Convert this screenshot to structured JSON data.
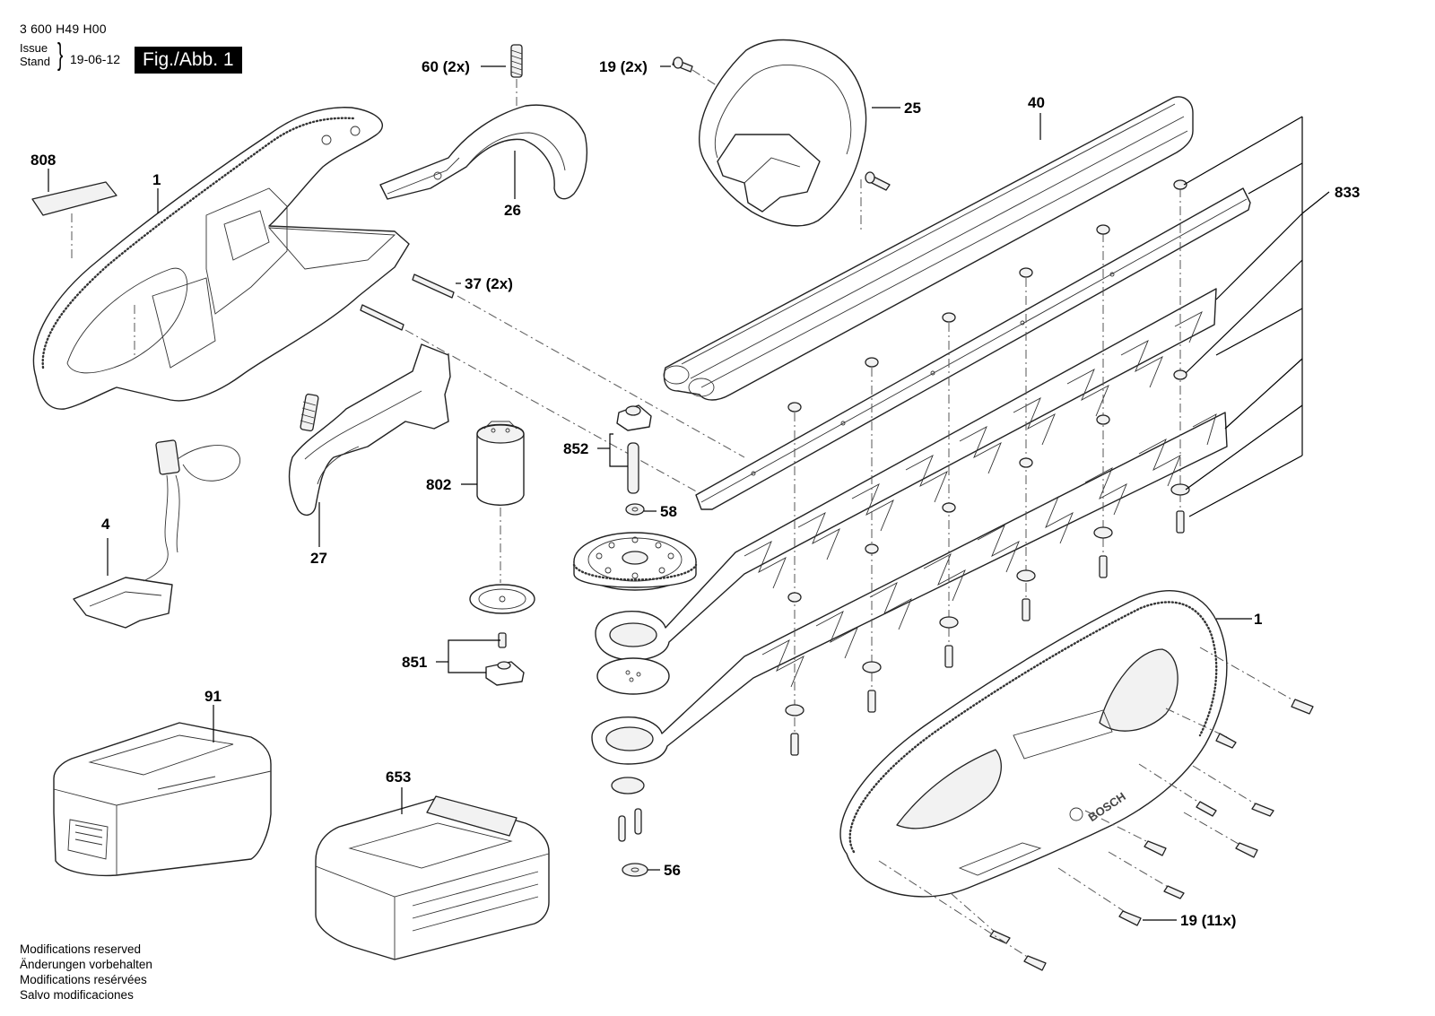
{
  "header": {
    "code": "3 600 H49 H00",
    "issue_label_1": "Issue",
    "issue_label_2": "Stand",
    "date": "19-06-12",
    "figure": "Fig./Abb. 1"
  },
  "labels": {
    "p808": "808",
    "p1_left": "1",
    "p60": "60 (2x)",
    "p26": "26",
    "p19_top": "19 (2x)",
    "p25": "25",
    "p40": "40",
    "p833": "833",
    "p37": "37 (2x)",
    "p27": "27",
    "p4": "4",
    "p802": "802",
    "p852": "852",
    "p58": "58",
    "p851": "851",
    "p91": "91",
    "p653": "653",
    "p56": "56",
    "p1_right": "1",
    "p19_bottom": "19 (11x)"
  },
  "brand_mark": "BOSCH",
  "footer": {
    "notes": [
      "Modifications reserved",
      "Änderungen vorbehalten",
      "Modifications resérvées",
      "Salvo modificaciones"
    ]
  }
}
